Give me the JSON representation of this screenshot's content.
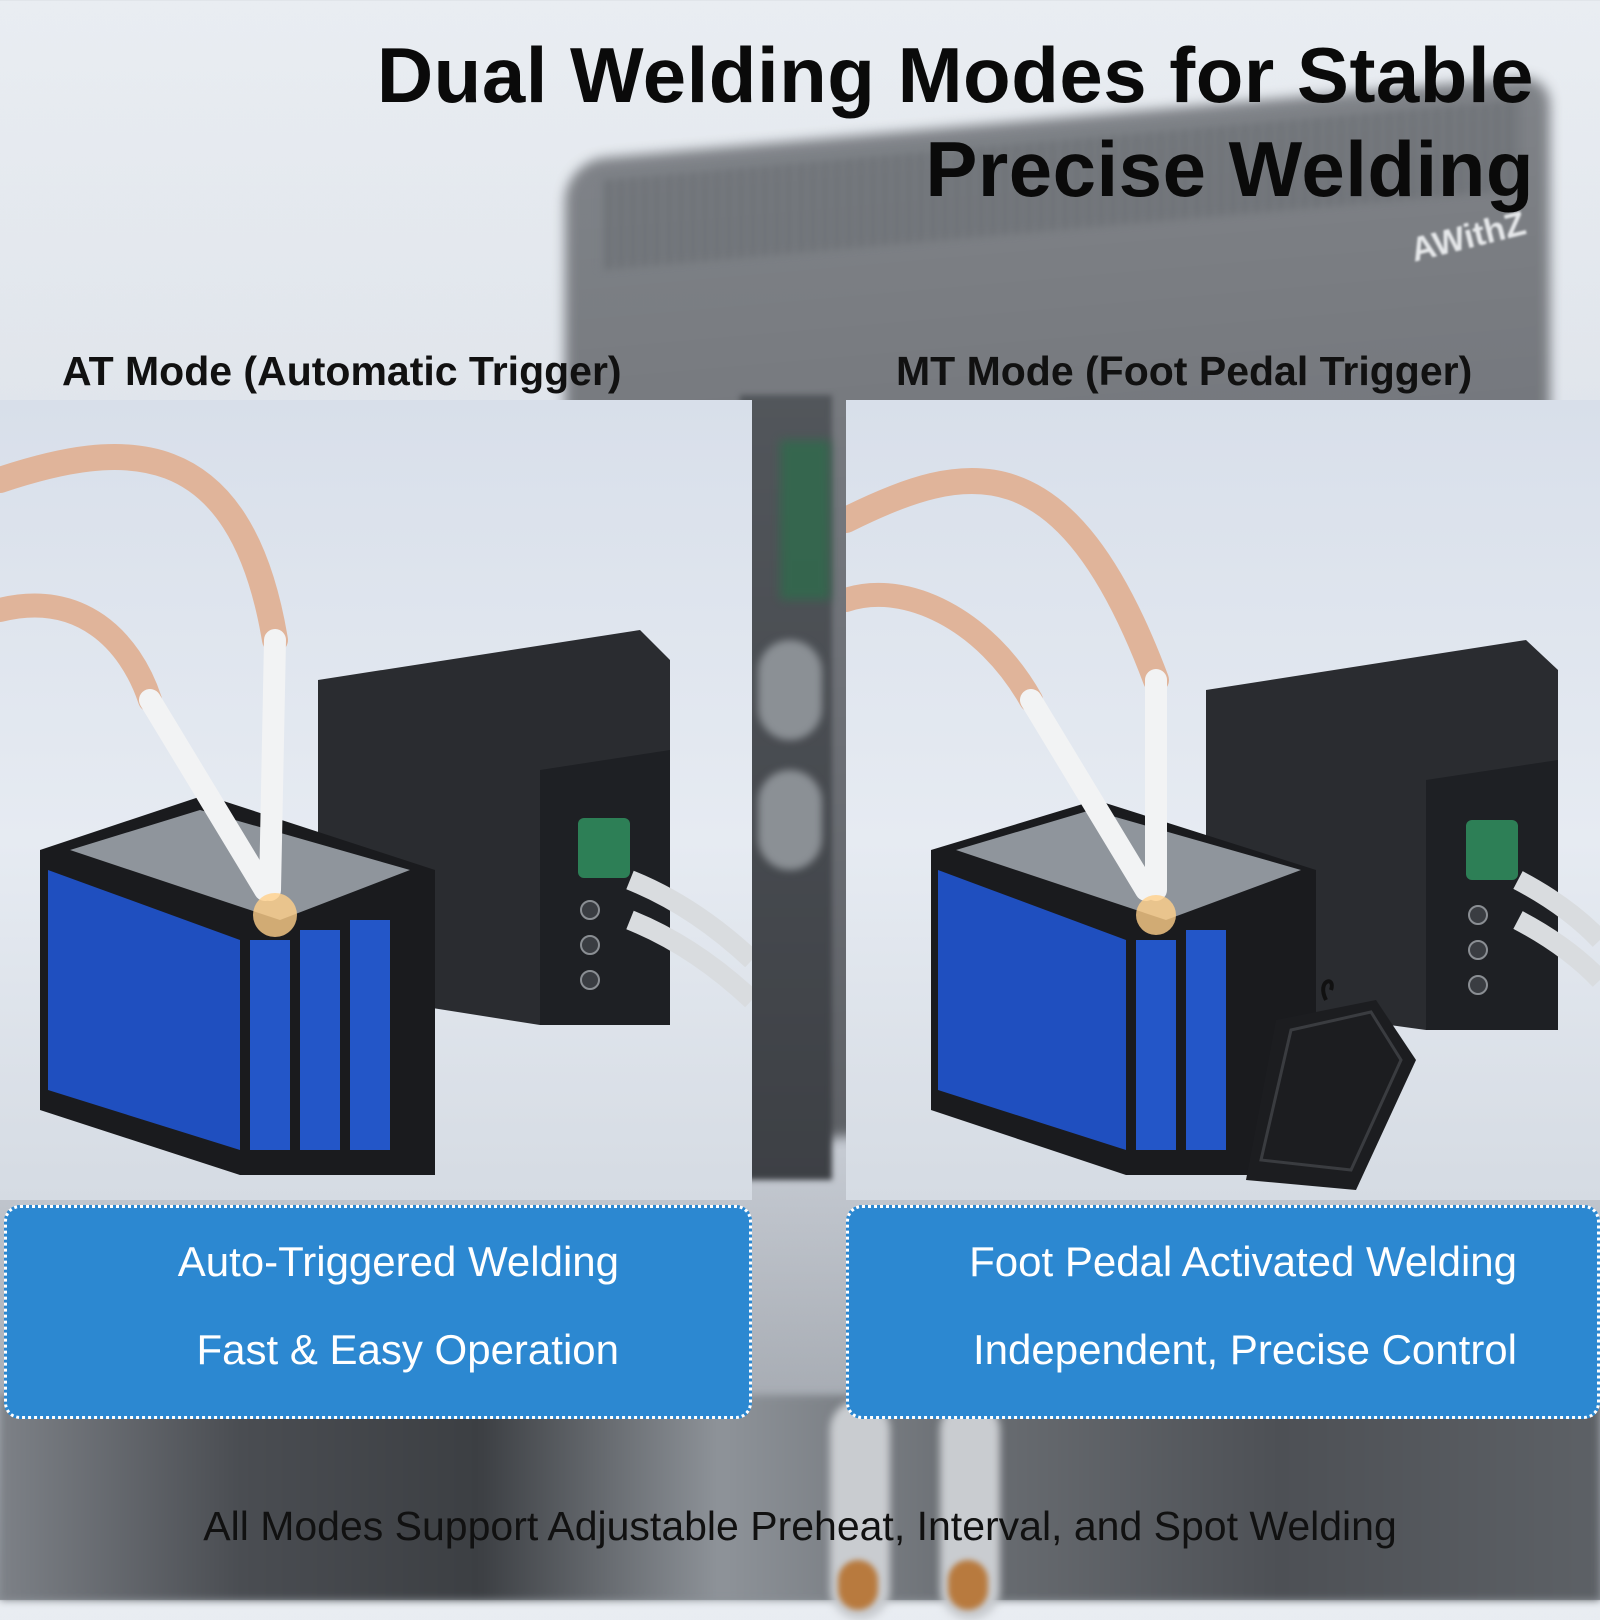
{
  "brand": "AWithZ",
  "title": {
    "line1": "Dual Welding Modes for Stable",
    "line2": "Precise Welding"
  },
  "modes": [
    {
      "label": "AT Mode (Automatic Trigger)",
      "features": [
        "Auto-Triggered Welding",
        "Fast & Easy Operation"
      ]
    },
    {
      "label": "MT Mode (Foot Pedal Trigger)",
      "features": [
        "Foot Pedal Activated Welding",
        "Independent, Precise Control"
      ]
    }
  ],
  "footer": "All Modes Support Adjustable Preheat, Interval, and Spot Welding",
  "colors": {
    "feature_box": "#2c88d1",
    "battery_blue": "#1f4fbf",
    "welder_body": "#2a2c30",
    "title_text": "#0a0a0a"
  }
}
